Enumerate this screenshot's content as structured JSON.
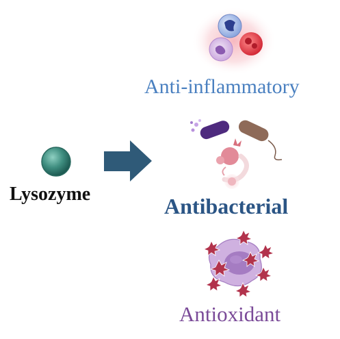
{
  "center": {
    "label": "Lysozyme"
  },
  "effects": [
    {
      "key": "anti_inflammatory",
      "label": "Anti-inflammatory",
      "color": "#4a80c0"
    },
    {
      "key": "antibacterial",
      "label": "Antibacterial",
      "color": "#2b5585"
    },
    {
      "key": "antioxidant",
      "label": "Antioxidant",
      "color": "#7a4a98"
    }
  ],
  "colors": {
    "lysozyme_sphere": "#3f8e80",
    "arrow": "#2f5a78",
    "inflammation_glow": "#f4aab3",
    "antioxidant_cell": "#c8a6d8",
    "radical": "#b2334c"
  },
  "icons": [
    "lysozyme-sphere-icon",
    "arrow-icon",
    "immune-cells-icon",
    "bacteria-icon",
    "oxidative-cell-icon"
  ]
}
